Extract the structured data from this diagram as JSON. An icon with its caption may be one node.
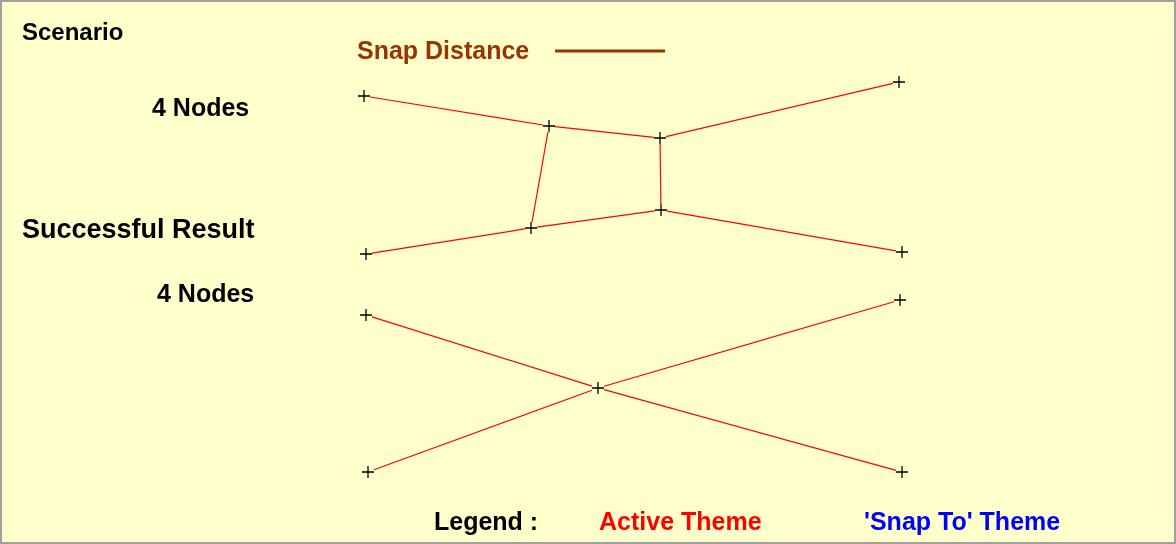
{
  "diagram": {
    "nodes": [
      {
        "text": [],
        "shape": "cross"
      },
      {
        "text": [],
        "shape": "cross"
      },
      {
        "text": [],
        "shape": "cross"
      },
      {
        "text": [],
        "shape": "cross"
      },
      {
        "text": [],
        "shape": "cross"
      },
      {
        "text": [],
        "shape": "cross"
      },
      {
        "text": [],
        "shape": "cross"
      },
      {
        "text": [],
        "shape": "cross"
      },
      {
        "text": [],
        "shape": "cross"
      },
      {
        "text": [],
        "shape": "cross"
      },
      {
        "text": [],
        "shape": "cross"
      },
      {
        "text": [],
        "shape": "cross"
      },
      {
        "text": [],
        "shape": "cross"
      }
    ],
    "edges": [
      {
        "from": 0,
        "to": 1,
        "arrow": "none"
      },
      {
        "from": 1,
        "to": 2,
        "arrow": "none"
      },
      {
        "from": 2,
        "to": 3,
        "arrow": "none"
      },
      {
        "from": 1,
        "to": 5,
        "arrow": "none"
      },
      {
        "from": 2,
        "to": 6,
        "arrow": "none"
      },
      {
        "from": 4,
        "to": 5,
        "arrow": "none"
      },
      {
        "from": 5,
        "to": 6,
        "arrow": "none"
      },
      {
        "from": 6,
        "to": 7,
        "arrow": "none"
      },
      {
        "from": 8,
        "to": 10,
        "arrow": "none"
      },
      {
        "from": 10,
        "to": 12,
        "arrow": "none"
      },
      {
        "from": 11,
        "to": 10,
        "arrow": "none"
      },
      {
        "from": 10,
        "to": 9,
        "arrow": "none"
      }
    ],
    "labels": [
      "Scenario",
      "4 Nodes",
      "Successful Result",
      "4 Nodes",
      "Legend :"
    ],
    "legend": [
      {
        "text": "Snap Distance"
      },
      {
        "text": "Active Theme",
        "color": "#ff0000"
      },
      {
        "text": "'Snap To' Theme",
        "color": "#0000ff"
      }
    ]
  }
}
